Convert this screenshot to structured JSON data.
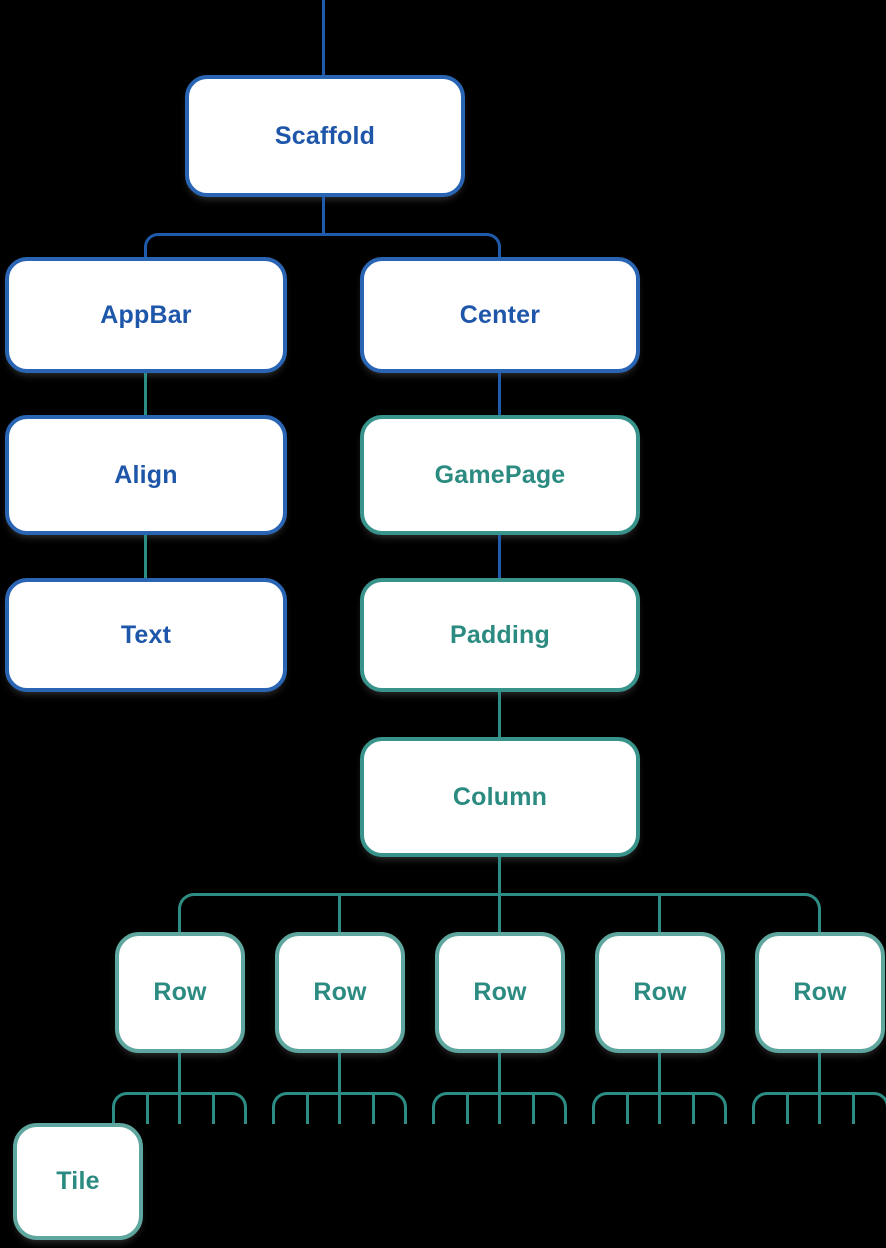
{
  "colors": {
    "background": "#000000",
    "blue_accent": "#1f5aab",
    "blue_border": "#2a65b4",
    "blue_text": "#1e57a9",
    "teal_accent": "#2d8c84",
    "teal_border": "#38938b",
    "teal_text": "#2b8b81",
    "node_fill": "#ffffff"
  },
  "diagram": {
    "type": "widget-tree",
    "nodes": {
      "scaffold": {
        "label": "Scaffold",
        "color": "blue"
      },
      "appbar": {
        "label": "AppBar",
        "color": "blue"
      },
      "center": {
        "label": "Center",
        "color": "blue"
      },
      "align": {
        "label": "Align",
        "color": "blue"
      },
      "gamepage": {
        "label": "GamePage",
        "color": "teal"
      },
      "text": {
        "label": "Text",
        "color": "blue"
      },
      "padding": {
        "label": "Padding",
        "color": "teal"
      },
      "column": {
        "label": "Column",
        "color": "teal"
      },
      "rows": [
        {
          "label": "Row",
          "color": "teal"
        },
        {
          "label": "Row",
          "color": "teal"
        },
        {
          "label": "Row",
          "color": "teal"
        },
        {
          "label": "Row",
          "color": "teal"
        },
        {
          "label": "Row",
          "color": "teal"
        }
      ],
      "tile": {
        "label": "Tile",
        "color": "teal"
      }
    },
    "edges": [
      "top->Scaffold (blue)",
      "Scaffold->AppBar (blue)",
      "Scaffold->Center (blue)",
      "AppBar->Align (teal)",
      "Align->Text (teal)",
      "Center->GamePage (blue)",
      "GamePage->Padding (blue)",
      "Padding->Column (teal)",
      "Column->Row x5 (teal)",
      "Row->5 stubs each (teal)",
      "Row1-first-stub->Tile (teal)"
    ]
  }
}
